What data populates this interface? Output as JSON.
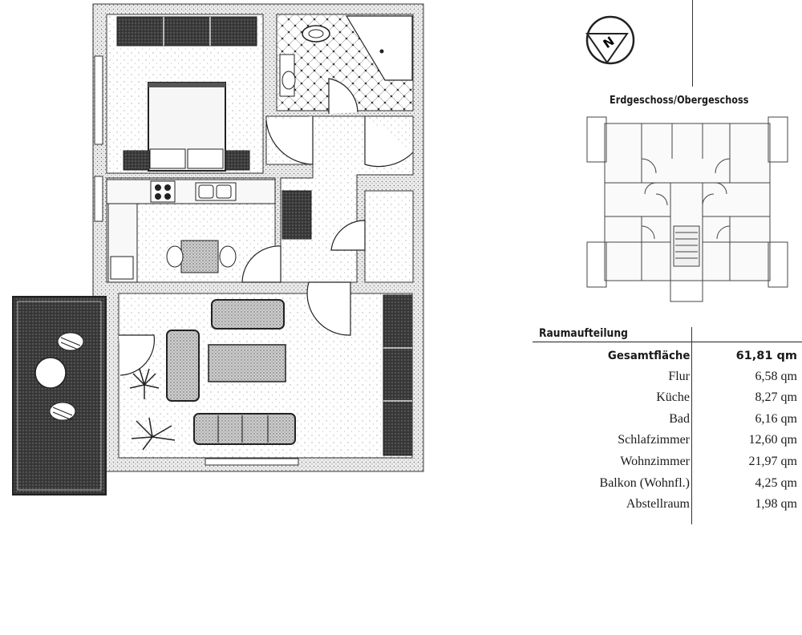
{
  "compass": {
    "letter": "N"
  },
  "keyplan": {
    "title": "Erdgeschoss/Obergeschoss"
  },
  "room_table": {
    "title": "Raumaufteilung",
    "total": {
      "label": "Gesamtfläche",
      "value": "61,81 qm"
    },
    "rooms": [
      {
        "label": "Flur",
        "value": "6,58 qm"
      },
      {
        "label": "Küche",
        "value": "8,27 qm"
      },
      {
        "label": "Bad",
        "value": "6,16 qm"
      },
      {
        "label": "Schlafzimmer",
        "value": "12,60 qm"
      },
      {
        "label": "Wohnzimmer",
        "value": "21,97 qm"
      },
      {
        "label": "Balkon (Wohnfl.)",
        "value": "4,25 qm"
      },
      {
        "label": "Abstellraum",
        "value": "1,98 qm"
      }
    ]
  }
}
